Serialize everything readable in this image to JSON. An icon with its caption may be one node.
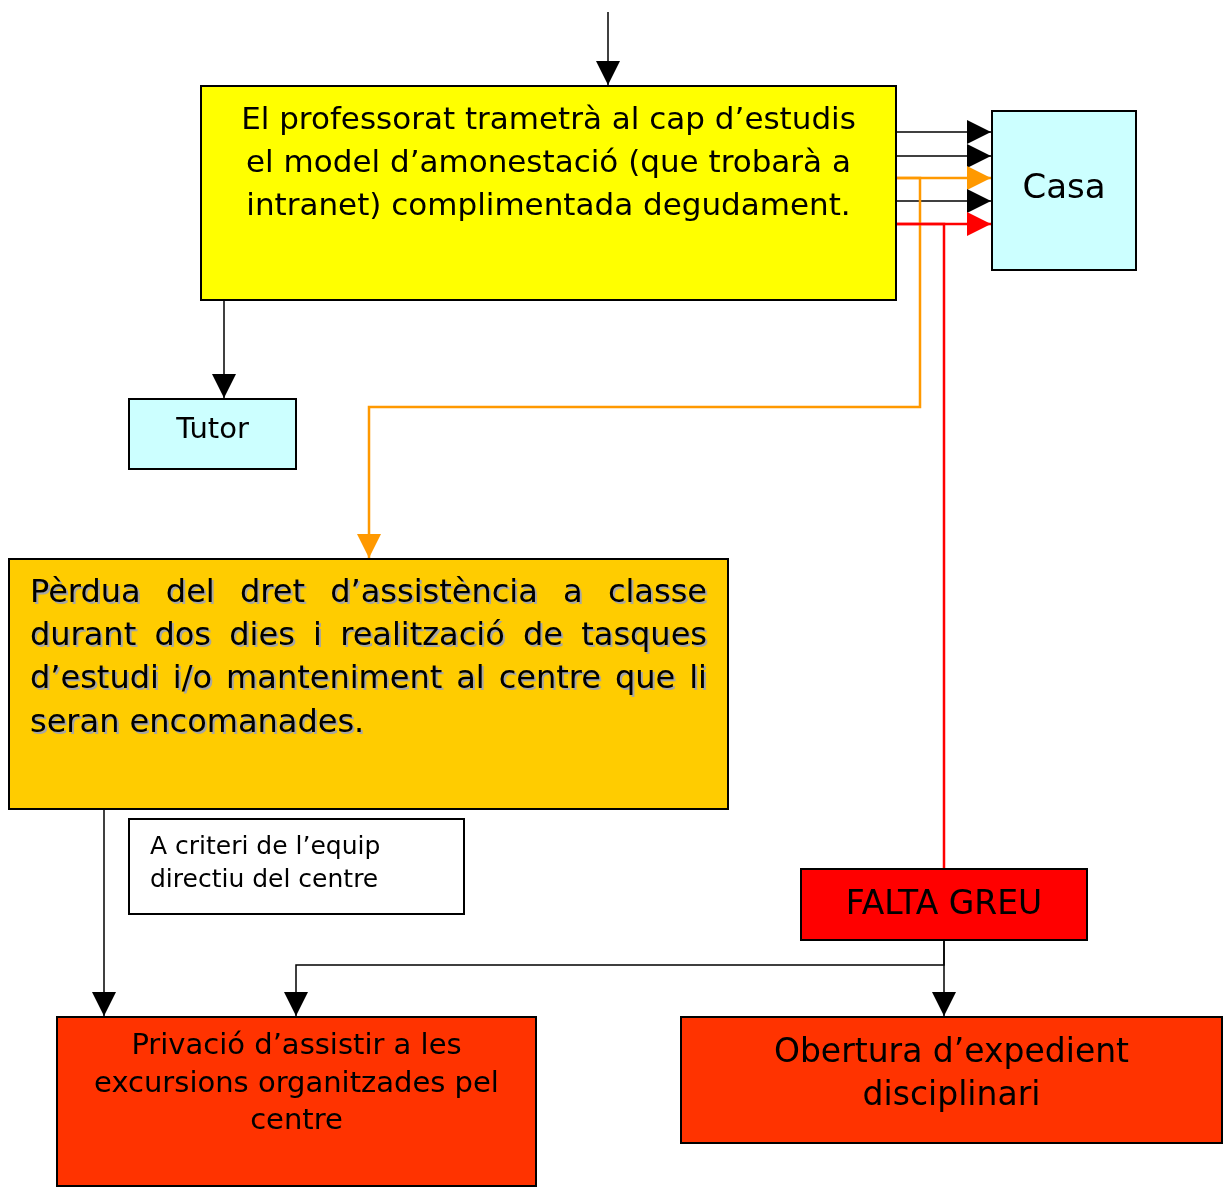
{
  "diagram": {
    "nodes": [
      {
        "text": [
          "El professorat trametrà al cap d’estudis el model d’amonestació (que trobarà a intranet) complimentada degudament."
        ]
      },
      {
        "text": [
          "Casa"
        ]
      },
      {
        "text": [
          "Tutor"
        ]
      },
      {
        "text": [
          "Pèrdua del dret d’assistència a classe durant dos dies i realització de tasques d’estudi i/o manteniment al centre que li seran encomanades."
        ]
      },
      {
        "text": [
          "A criteri de l’equip directiu del centre"
        ]
      },
      {
        "text": [
          "FALTA GREU"
        ]
      },
      {
        "text": [
          "Privació d’assistir a les excursions organitzades pel centre"
        ]
      },
      {
        "text": [
          "Obertura d’expedient disciplinari"
        ]
      }
    ],
    "edges": [
      {
        "from": null,
        "to": 0,
        "arrow": "to"
      },
      {
        "from": 0,
        "to": 1,
        "arrow": "to"
      },
      {
        "from": 0,
        "to": 1,
        "arrow": "to"
      },
      {
        "from": 0,
        "to": 1,
        "arrow": "to",
        "color": "#ff9900"
      },
      {
        "from": 0,
        "to": 1,
        "arrow": "to"
      },
      {
        "from": 0,
        "to": 1,
        "arrow": "to",
        "color": "#ff0000"
      },
      {
        "from": 0,
        "to": 2,
        "arrow": "to"
      },
      {
        "from": 0,
        "to": 3,
        "arrow": "to",
        "color": "#ff9900"
      },
      {
        "from": 0,
        "to": 5,
        "arrow": "none",
        "color": "#ff0000"
      },
      {
        "from": 3,
        "to": 6,
        "arrow": "to"
      },
      {
        "from": 5,
        "to": 6,
        "arrow": "to"
      },
      {
        "from": 5,
        "to": 7,
        "arrow": "to"
      }
    ]
  }
}
